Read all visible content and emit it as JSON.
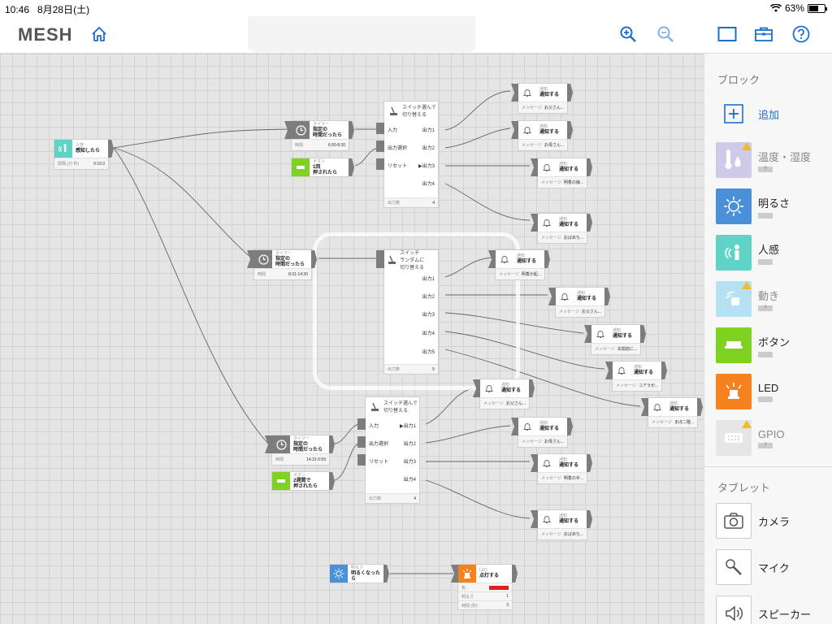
{
  "status_bar": {
    "time": "10:46",
    "date": "8月28日(土)",
    "battery_percent": "63%",
    "battery_level": 0.63
  },
  "app": {
    "logo": "MESH"
  },
  "sidebar": {
    "blocks_title": "ブロック",
    "add_label": "追加",
    "blocks": [
      {
        "label": "温度・湿度",
        "battery": "?",
        "warning": true,
        "color": "#c6c3e8"
      },
      {
        "label": "明るさ",
        "battery": "",
        "warning": false,
        "color": "#4a90d9"
      },
      {
        "label": "人感",
        "battery": "",
        "warning": false,
        "color": "#5fd3c6"
      },
      {
        "label": "動き",
        "battery": "?",
        "warning": true,
        "color": "#a9dff2"
      },
      {
        "label": "ボタン",
        "battery": "",
        "warning": false,
        "color": "#7ed321"
      },
      {
        "label": "LED",
        "battery": "",
        "warning": false,
        "color": "#f5821f"
      },
      {
        "label": "GPIO",
        "battery": "?",
        "warning": true,
        "color": "#e4e4e4"
      }
    ],
    "tablet_title": "タブレット",
    "tablet": [
      {
        "label": "カメラ"
      },
      {
        "label": "マイク"
      },
      {
        "label": "スピーカー"
      }
    ]
  },
  "canvas": {
    "motion": {
      "kind": "人感",
      "action": "感知したら",
      "prop": "間隔 (分:秒)",
      "value": "0:10.0"
    },
    "timer1": {
      "kind": "タイマー",
      "action": "指定の\n時間だったら",
      "prop": "時間",
      "value": "6:00-8:30"
    },
    "button1": {
      "kind": "ボタン",
      "action": "1回\n押されたら"
    },
    "timer2": {
      "kind": "タイマー",
      "action": "指定の\n時間だったら",
      "prop": "時間",
      "value": "8:31-14:30"
    },
    "timer3": {
      "kind": "タイマー",
      "action": "指定の\n時間だったら",
      "prop": "時間",
      "value": "14:31-5:59"
    },
    "button2": {
      "kind": "ボタン",
      "action": "2週間で\n押されたら"
    },
    "light": {
      "kind": "明るさ",
      "action": "明るくなったら"
    },
    "led": {
      "kind": "LED",
      "action": "点灯する",
      "p1": "色",
      "p2": "明るさ",
      "p2v": "1",
      "p3": "時間 (秒)",
      "p3v": "3",
      "led_color": "#e02020"
    },
    "switch1": {
      "kind": "スイッチ",
      "action": "選んで\n切り替える",
      "in": [
        "入力",
        "出力選択",
        "リセット"
      ],
      "out": [
        "出力1",
        "出力2",
        "▶出力3",
        "出力4"
      ],
      "count_label": "出力数",
      "count": "4"
    },
    "switch2": {
      "kind": "スイッチ",
      "action": "ランダムに\n切り替える",
      "out": [
        "出力1",
        "出力2",
        "出力3",
        "出力4",
        "出力5"
      ],
      "count_label": "出力数",
      "count": "5"
    },
    "switch3": {
      "kind": "スイッチ",
      "action": "選んで\n切り替える",
      "in": [
        "入力",
        "出力選択",
        "リセット"
      ],
      "out": [
        "▶出力1",
        "出力2",
        "出力3",
        "出力4"
      ],
      "count_label": "出力数",
      "count": "4"
    },
    "notify_kind": "通知",
    "notify_action": "通知する",
    "message_label": "メッセージ",
    "notifications": [
      {
        "msg": "お父さん..."
      },
      {
        "msg": "お母さん..."
      },
      {
        "msg": "明香の娘..."
      },
      {
        "msg": "おばあち..."
      },
      {
        "msg": "明香が起..."
      },
      {
        "msg": "お父さん..."
      },
      {
        "msg": "玄関前に..."
      },
      {
        "msg": "コアラが..."
      },
      {
        "msg": "まほ二階..."
      },
      {
        "msg": "お父さん..."
      },
      {
        "msg": "お母さん..."
      },
      {
        "msg": "明香の手..."
      },
      {
        "msg": "おばあち..."
      }
    ]
  }
}
